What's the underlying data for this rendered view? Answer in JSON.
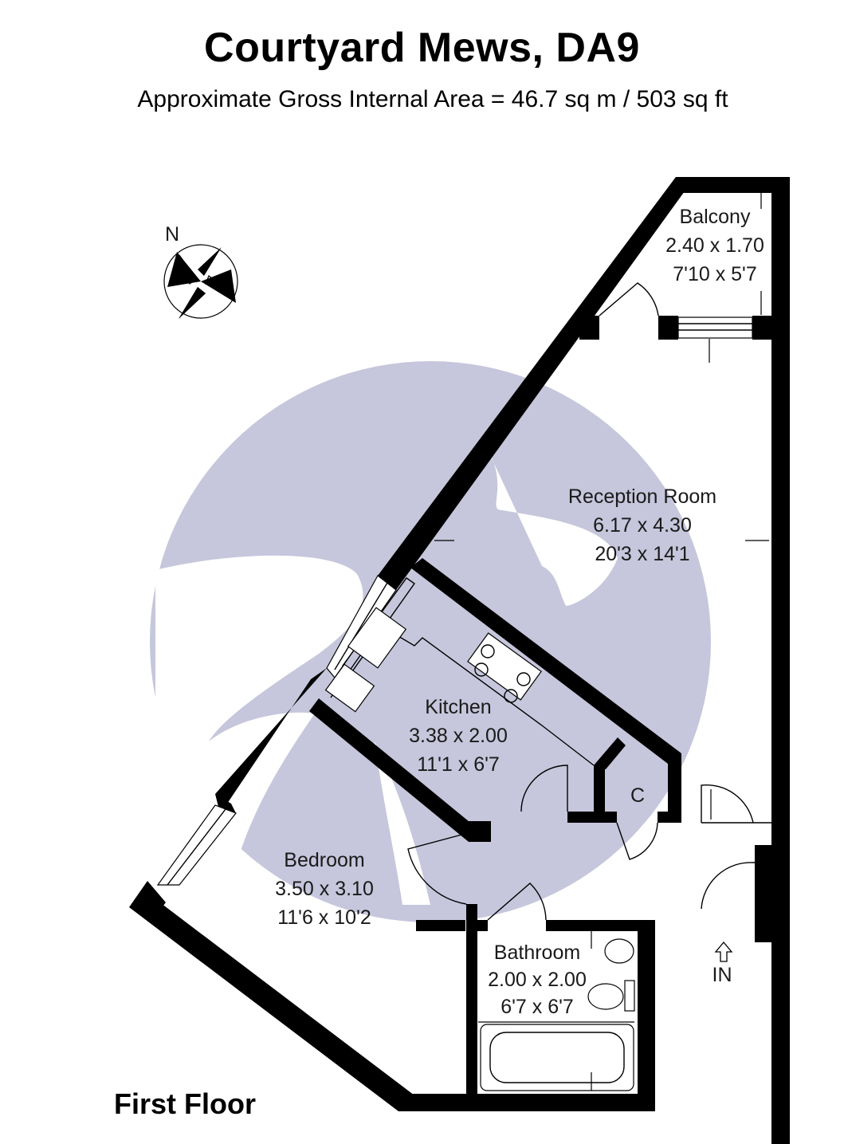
{
  "header": {
    "title": "Courtyard Mews, DA9",
    "subtitle": "Approximate Gross Internal Area = 46.7 sq m / 503 sq ft"
  },
  "compass": {
    "label": "N"
  },
  "floor": {
    "label": "First Floor"
  },
  "entrance": {
    "label": "IN"
  },
  "rooms": {
    "balcony": {
      "name": "Balcony",
      "metric": "2.40 x 1.70",
      "imperial": "7'10 x 5'7"
    },
    "reception": {
      "name": "Reception Room",
      "metric": "6.17 x 4.30",
      "imperial": "20'3 x 14'1"
    },
    "kitchen": {
      "name": "Kitchen",
      "metric": "3.38 x 2.00",
      "imperial": "11'1 x 6'7"
    },
    "bedroom": {
      "name": "Bedroom",
      "metric": "3.50 x 3.10",
      "imperial": "11'6 x 10'2"
    },
    "bathroom": {
      "name": "Bathroom",
      "metric": "2.00 x 2.00",
      "imperial": "6'7 x 6'7"
    },
    "cupboard": {
      "name": "C"
    }
  },
  "colors": {
    "watermark": "#c6c6dc",
    "walls": "#000000"
  }
}
